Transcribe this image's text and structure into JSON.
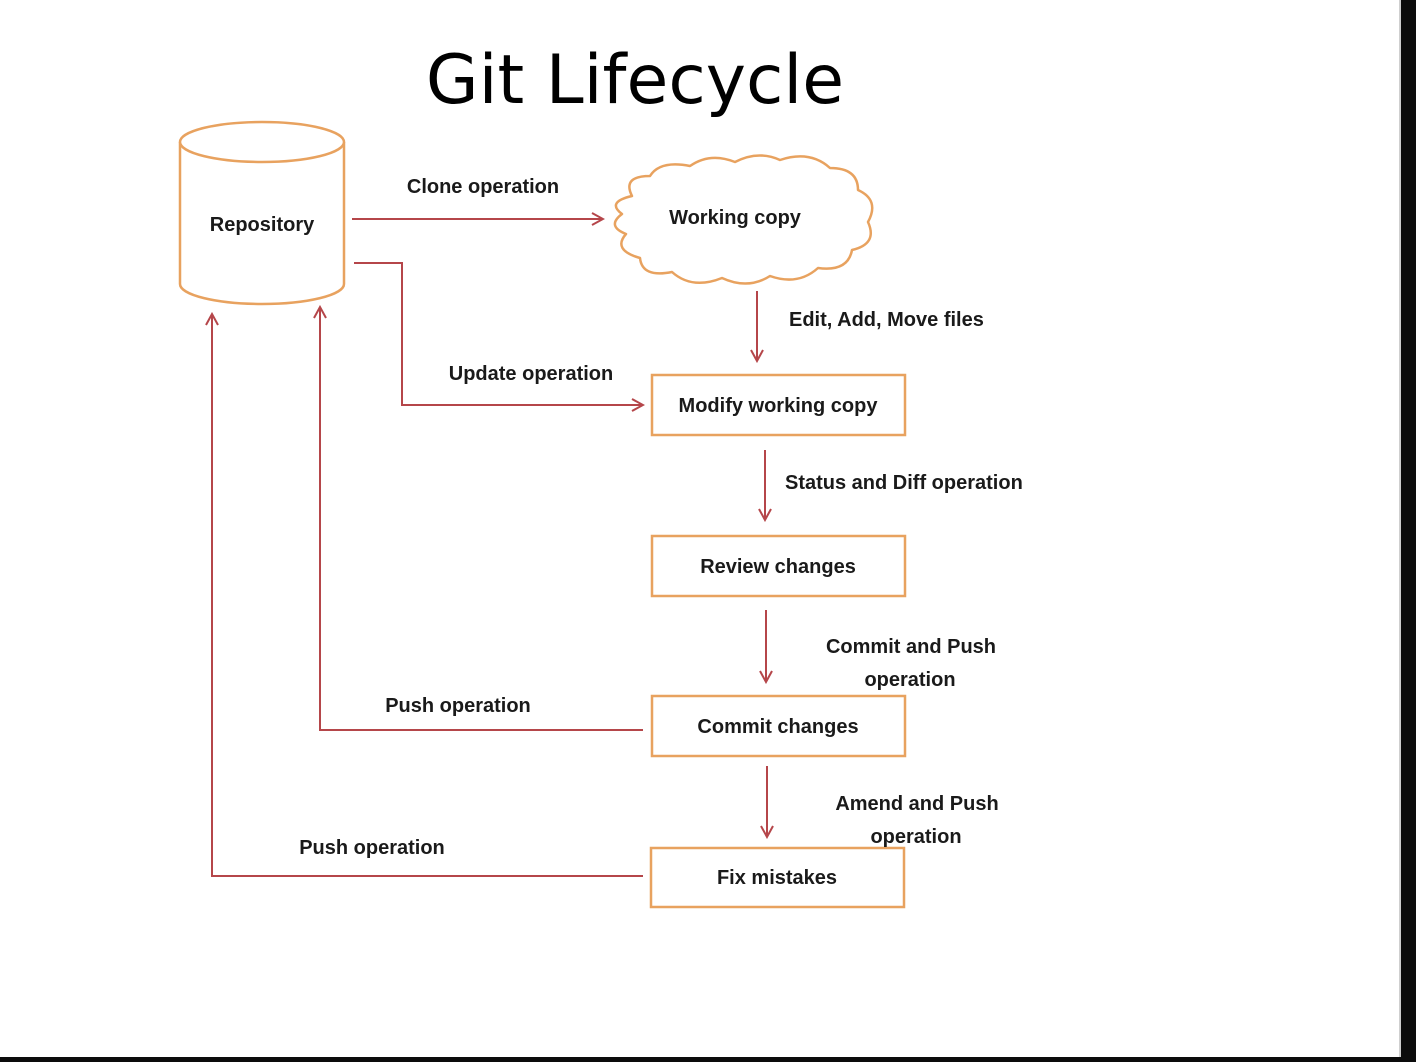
{
  "title": "Git Lifecycle",
  "nodes": {
    "repository": "Repository",
    "working_copy": "Working copy",
    "modify": "Modify working copy",
    "review": "Review changes",
    "commit": "Commit changes",
    "fix": "Fix mistakes"
  },
  "edges": {
    "clone": "Clone operation",
    "edit": "Edit, Add, Move files",
    "update": "Update operation",
    "status": "Status and Diff operation",
    "commit_push_1": "Commit and Push",
    "commit_push_2": "operation",
    "push_commit": "Push operation",
    "amend_push_1": "Amend and Push",
    "amend_push_2": "operation",
    "push_fix": "Push operation"
  },
  "colors": {
    "node_stroke": "#e8a25f",
    "arrow": "#b5464a",
    "text": "#1a1a1a"
  }
}
